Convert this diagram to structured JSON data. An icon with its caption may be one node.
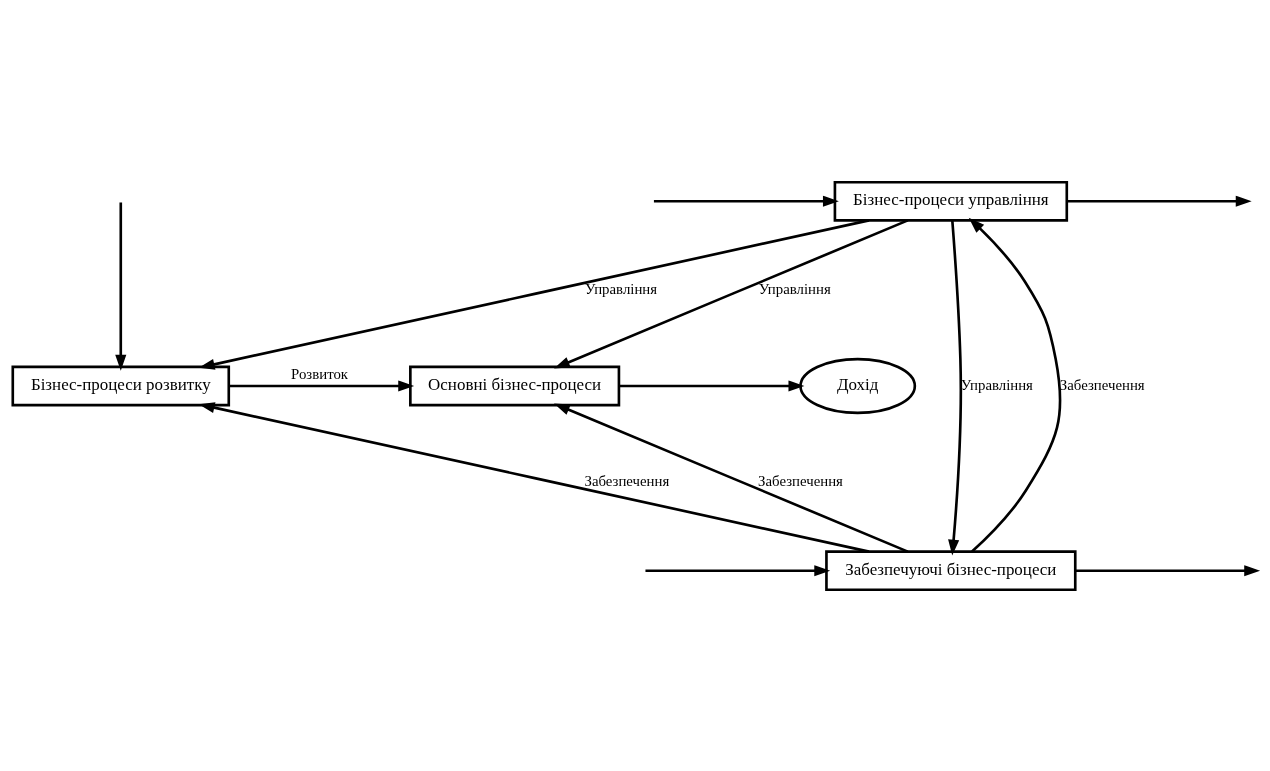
{
  "diagram": {
    "nodes": [
      {
        "text": [
          "Бізнес-процеси управління"
        ]
      },
      {
        "text": [
          "Бізнес-процеси розвитку"
        ]
      },
      {
        "text": [
          "Основні бізнес-процеси"
        ]
      },
      {
        "text": [
          "Дохід"
        ]
      },
      {
        "text": [
          "Забезпечуючі бізнес-процеси"
        ]
      }
    ],
    "edges": [
      {
        "from": null,
        "to": 0,
        "arrow": "to"
      },
      {
        "from": 0,
        "to": null,
        "arrow": "to"
      },
      {
        "from": 0,
        "to": 1,
        "arrow": "to",
        "label": "Управління"
      },
      {
        "from": 0,
        "to": 4,
        "arrow": "to",
        "label": "Управління"
      },
      {
        "from": 0,
        "to": 2,
        "arrow": "to",
        "label": "Управління"
      },
      {
        "from": null,
        "to": 1,
        "arrow": "to"
      },
      {
        "from": 1,
        "to": 2,
        "arrow": "to",
        "label": "Розвиток"
      },
      {
        "from": 2,
        "to": 3,
        "arrow": "to"
      },
      {
        "from": 4,
        "to": 1,
        "arrow": "to",
        "label": "Забезпечення"
      },
      {
        "from": 4,
        "to": 0,
        "arrow": "to",
        "label": "Забезпечення"
      },
      {
        "from": 4,
        "to": 2,
        "arrow": "to",
        "label": "Забезпечення"
      },
      {
        "from": null,
        "to": 4,
        "arrow": "to"
      },
      {
        "from": 4,
        "to": null,
        "arrow": "to"
      }
    ]
  }
}
